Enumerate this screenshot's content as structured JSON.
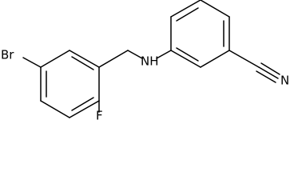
{
  "molecule": {
    "atoms": {
      "bromine": "Br",
      "fluorine": "F",
      "amine": "NH",
      "nitrile_nitrogen": "N"
    }
  }
}
